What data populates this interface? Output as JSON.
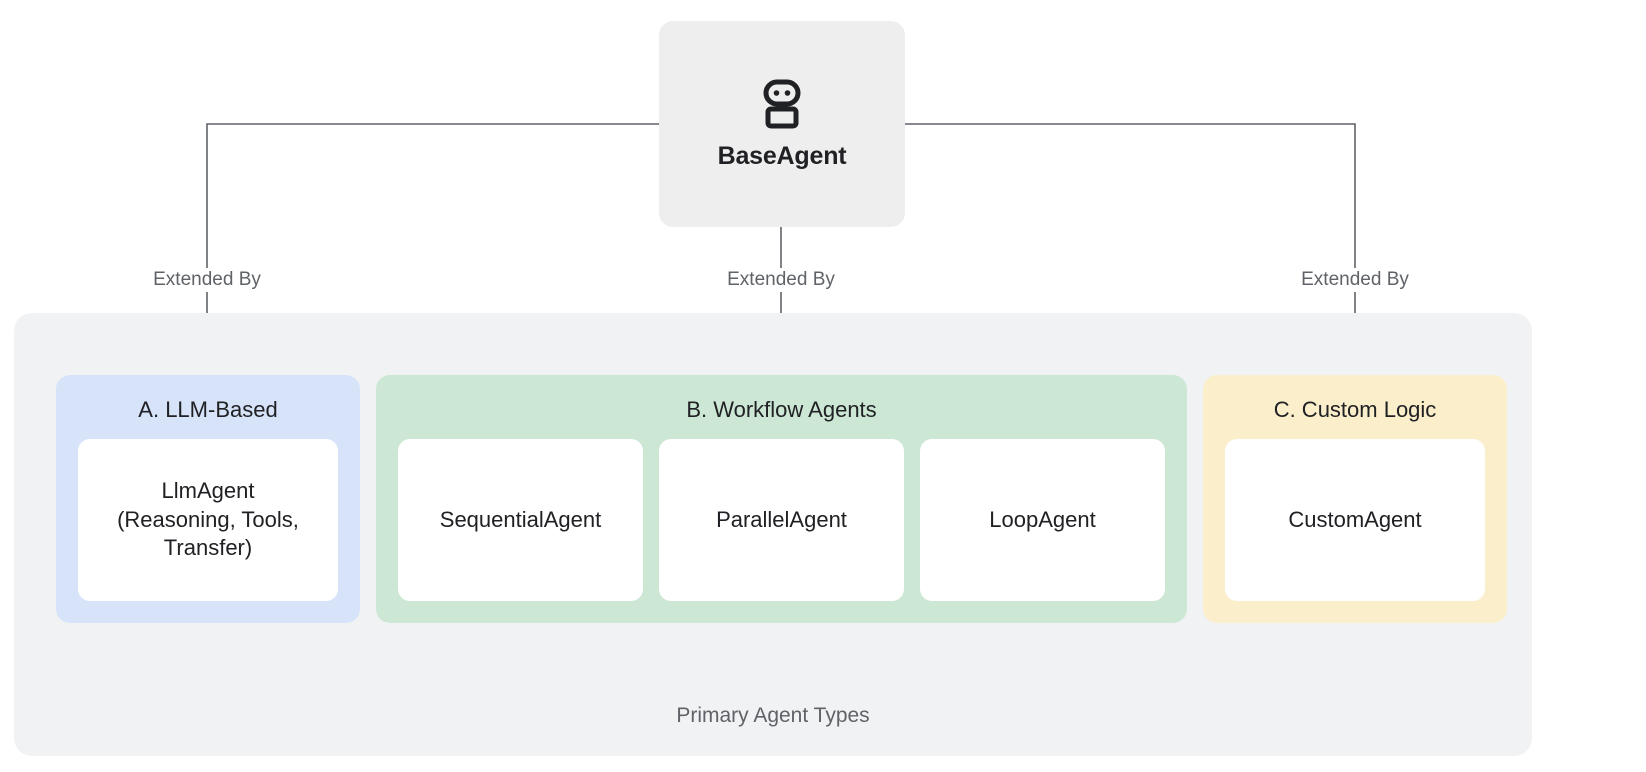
{
  "diagram": {
    "root": {
      "label": "BaseAgent",
      "icon": "robot-icon"
    },
    "edges": [
      {
        "label": "Extended By",
        "target": "A. LLM-Based"
      },
      {
        "label": "Extended By",
        "target": "B. Workflow Agents"
      },
      {
        "label": "Extended By",
        "target": "C. Custom Logic"
      }
    ],
    "container": {
      "label": "Primary Agent Types"
    },
    "groups": [
      {
        "id": "a",
        "title": "A. LLM-Based",
        "color": "#d7e3f8",
        "cards": [
          {
            "label": "LlmAgent\n(Reasoning, Tools,\nTransfer)"
          }
        ]
      },
      {
        "id": "b",
        "title": "B. Workflow Agents",
        "color": "#cde7d5",
        "cards": [
          {
            "label": "SequentialAgent"
          },
          {
            "label": "ParallelAgent"
          },
          {
            "label": "LoopAgent"
          }
        ]
      },
      {
        "id": "c",
        "title": "C. Custom Logic",
        "color": "#fbeecb",
        "cards": [
          {
            "label": "CustomAgent"
          }
        ]
      }
    ],
    "colors": {
      "root_bg": "#eeeeee",
      "container_bg": "#f1f2f4",
      "connector": "#5f6368",
      "text_primary": "#202124",
      "text_muted": "#5f6368"
    }
  }
}
